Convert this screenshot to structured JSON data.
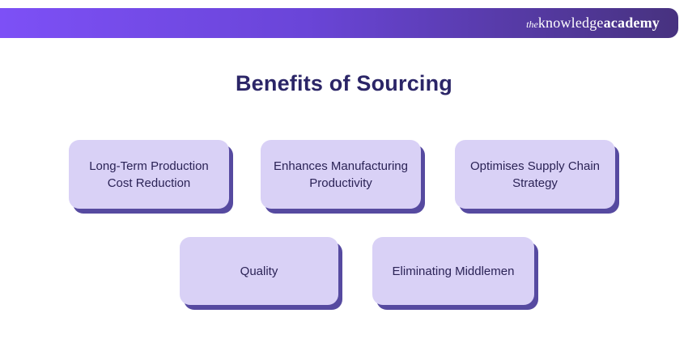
{
  "header": {
    "logo_the": "the",
    "logo_knowledge": "knowledge",
    "logo_academy": "academy"
  },
  "title": "Benefits of Sourcing",
  "cards": [
    {
      "label": "Long-Term Production Cost Reduction"
    },
    {
      "label": "Enhances Manufacturing Productivity"
    },
    {
      "label": "Optimises Supply Chain Strategy"
    },
    {
      "label": "Quality"
    },
    {
      "label": "Eliminating Middlemen"
    }
  ],
  "colors": {
    "header_gradient_start": "#7d50f6",
    "header_gradient_end": "#47327f",
    "card_background": "#d9d1f6",
    "card_shadow": "#564aa0",
    "title_text": "#2b2567",
    "card_text": "#2b2356"
  }
}
